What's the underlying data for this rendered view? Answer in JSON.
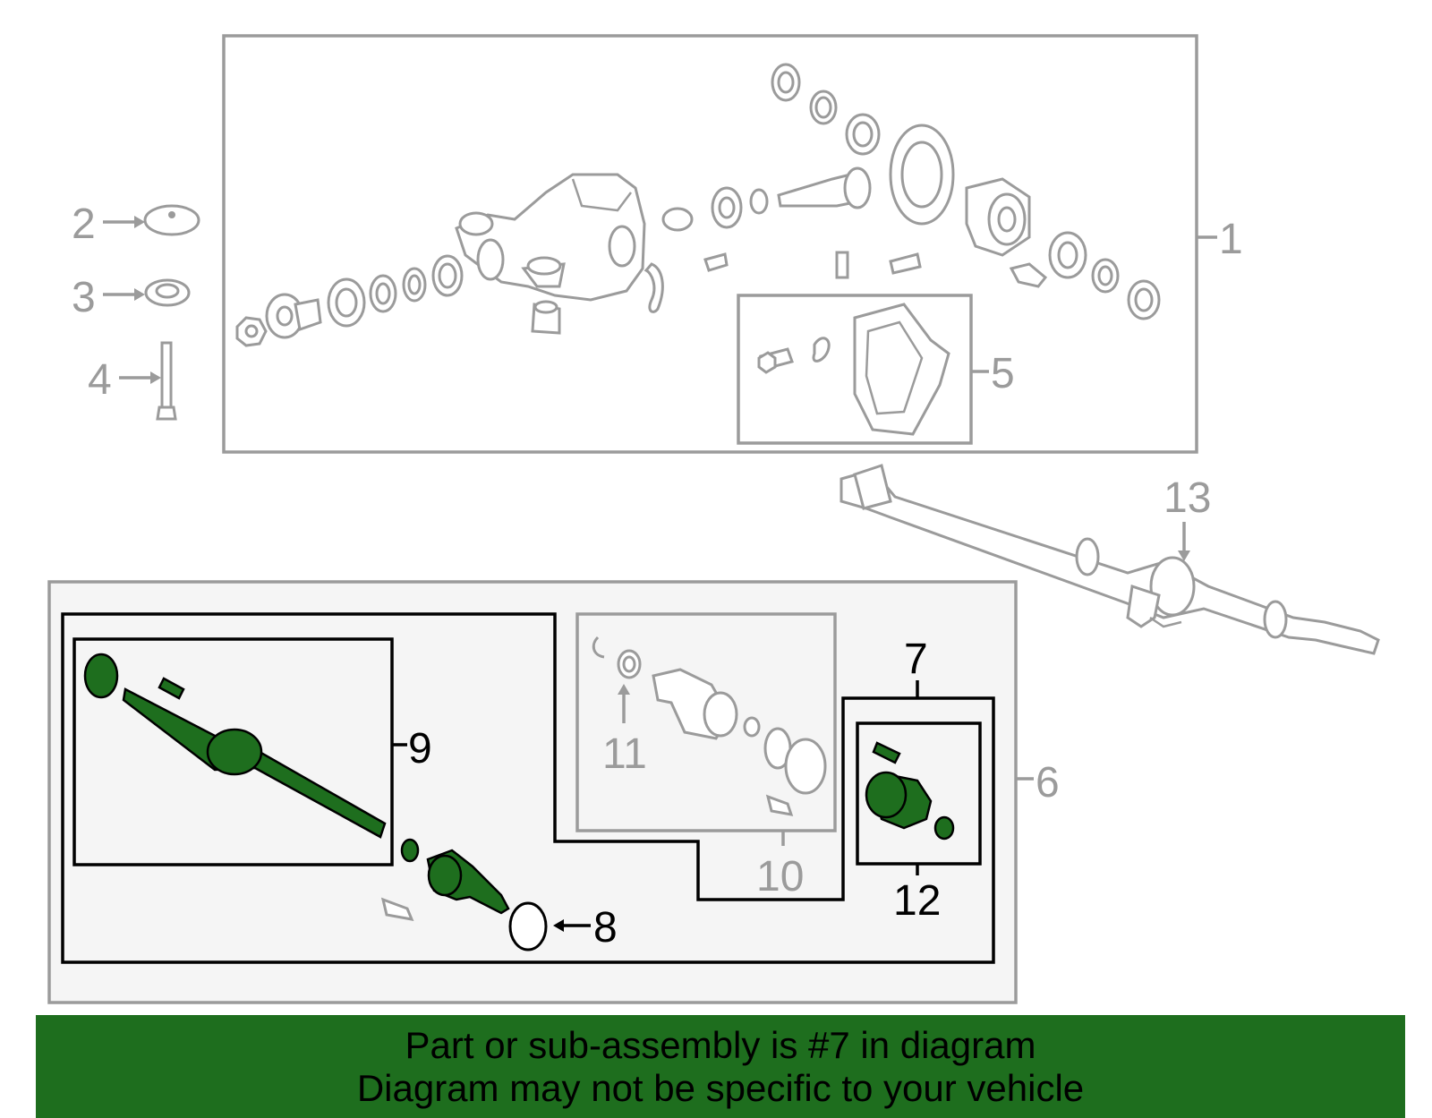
{
  "callouts": {
    "n1": "1",
    "n2": "2",
    "n3": "3",
    "n4": "4",
    "n5": "5",
    "n6": "6",
    "n7": "7",
    "n8": "8",
    "n9": "9",
    "n10": "10",
    "n11": "11",
    "n12": "12",
    "n13": "13"
  },
  "banner": {
    "line1": "Part or sub-assembly is #7 in diagram",
    "line2": "Diagram may not be specific to your vehicle"
  },
  "colors": {
    "highlight_part": "#1e6e1e",
    "banner_bg": "#1e6e1e",
    "outline_gray": "#9b9b9b",
    "group_bg": "#f5f5f5"
  }
}
